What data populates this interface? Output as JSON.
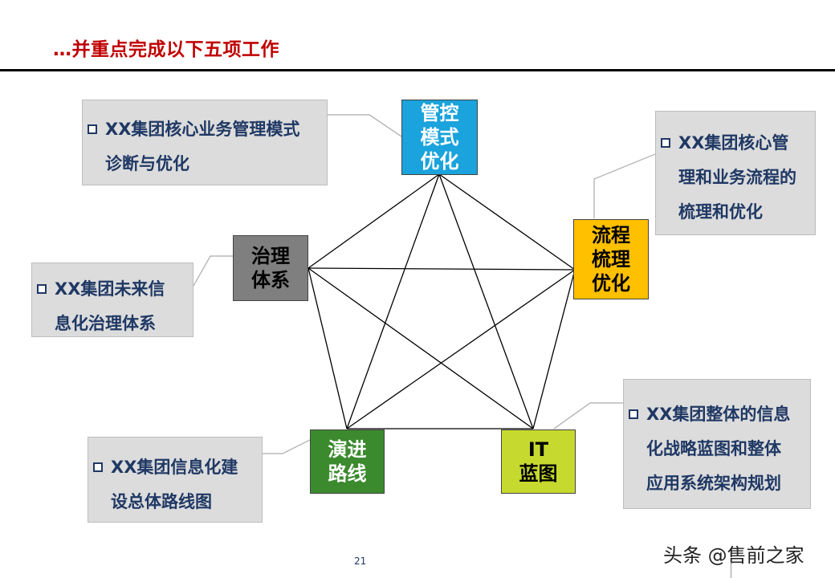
{
  "title": "…并重点完成以下五项工作",
  "page_number": "21",
  "watermark": "头条 @售前之家",
  "nodes": {
    "top": {
      "lines": [
        "管控",
        "模式",
        "优化"
      ],
      "bg": "#1aa3dc",
      "color": "#ffffff"
    },
    "right": {
      "lines": [
        "流程",
        "梳理",
        "优化"
      ],
      "bg": "#ffc000",
      "color": "#000000"
    },
    "bottom_right": {
      "lines": [
        "IT",
        "蓝图"
      ],
      "bg": "#c6d92e",
      "color": "#000000"
    },
    "bottom_left": {
      "lines": [
        "演进",
        "路线"
      ],
      "bg": "#3b8a2e",
      "color": "#ffffff"
    },
    "left": {
      "lines": [
        "治理",
        "体系"
      ],
      "bg": "#7f7f7f",
      "color": "#000000"
    }
  },
  "callouts": {
    "top": {
      "lines": [
        "XX集团核心业务管理模式",
        "诊断与优化"
      ]
    },
    "right": {
      "lines": [
        "XX集团核心管",
        "理和业务流程的",
        "梳理和优化"
      ]
    },
    "left": {
      "lines": [
        "XX集团未来信",
        "息化治理体系"
      ]
    },
    "bottom_right": {
      "lines": [
        "XX集团整体的信息",
        "化战略蓝图和整体",
        "应用系统架构规划"
      ]
    },
    "bottom_left": {
      "lines": [
        "XX集团信息化建",
        "设总体路线图"
      ]
    }
  }
}
